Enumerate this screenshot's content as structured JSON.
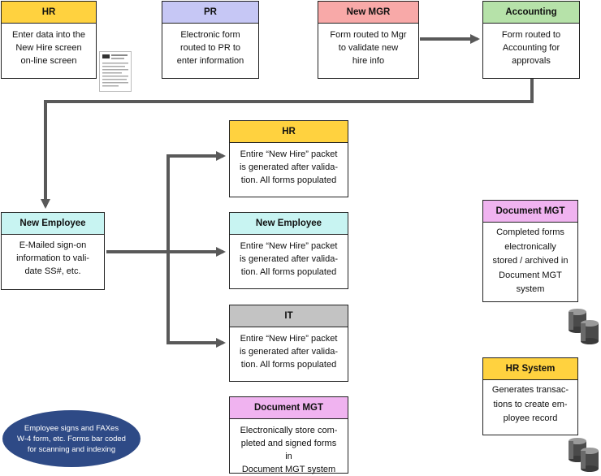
{
  "colors": {
    "yellow": "#FFD23F",
    "lavender": "#C6C7F5",
    "pink": "#F8A9A8",
    "green": "#B6E2A9",
    "cyan": "#C8F4F2",
    "gray": "#C3C3C3",
    "magenta": "#F0B3F0",
    "connector": "#595959",
    "ellipse": "#2E4A86"
  },
  "boxes": {
    "hr_top": {
      "title": "HR",
      "text": "Enter data into the\nNew Hire screen\non-line screen"
    },
    "pr": {
      "title": "PR",
      "text": "Electronic form\nrouted to PR to\nenter information"
    },
    "new_mgr": {
      "title": "New MGR",
      "text": "Form routed to Mgr\nto validate new\nhire info"
    },
    "accounting": {
      "title": "Accounting",
      "text": "Form routed to\nAccounting for\napprovals"
    },
    "new_employee_left": {
      "title": "New Employee",
      "text": "E-Mailed sign-on\ninformation to vali-\ndate SS#, etc."
    },
    "hr_mid": {
      "title": "HR",
      "text": "Entire “New Hire” packet\nis generated after valida-\ntion.  All forms populated"
    },
    "new_employee_mid": {
      "title": "New Employee",
      "text": "Entire “New Hire” packet\nis generated after valida-\ntion.  All forms populated"
    },
    "it": {
      "title": "IT",
      "text": "Entire “New Hire” packet\nis generated after valida-\ntion.  All forms populated"
    },
    "doc_mgt_mid": {
      "title": "Document MGT",
      "text": "Electronically store com-\npleted and signed forms in\nDocument MGT system"
    },
    "doc_mgt_right": {
      "title": "Document MGT",
      "text": "Completed forms\nelectronically\nstored / archived in\nDocument MGT\nsystem"
    },
    "hr_system": {
      "title": "HR System",
      "text": "Generates transac-\ntions to create em-\nployee record"
    }
  },
  "note": "Employee signs and FAXes\nW-4 form, etc.  Forms bar coded\nfor scanning and indexing",
  "icons": {
    "document": "document-thumbnail-icon",
    "database": "database-cylinders-icon"
  }
}
